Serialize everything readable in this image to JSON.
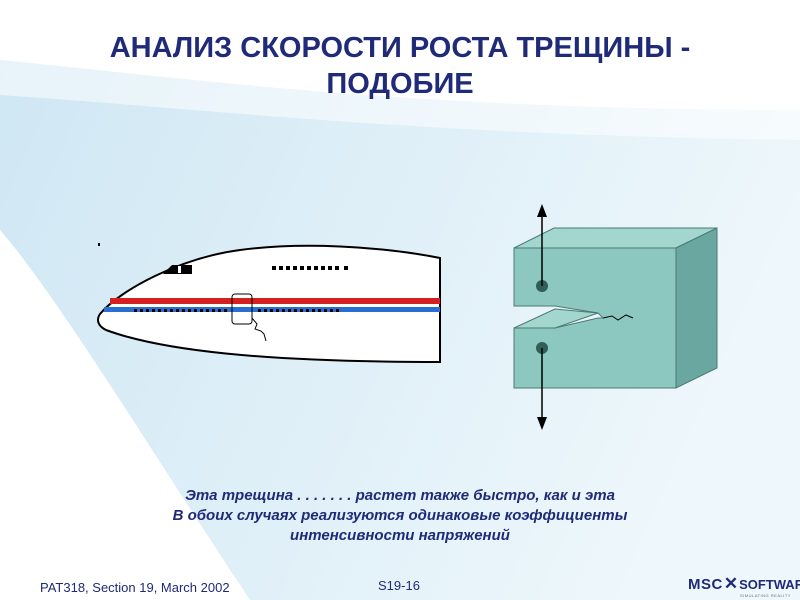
{
  "slide": {
    "title_line1": "АНАЛИЗ СКОРОСТИ РОСТА ТРЕЩИНЫ -",
    "title_line2": "ПОДОБИЕ",
    "caption_line1": "Эта трещина . . . . .  . . растет также быстро, как и эта",
    "caption_line2": "В обоих случаях реализуются одинаковые коэффициенты",
    "caption_line3": "интенсивности напряжений",
    "footer_left": "PAT318, Section 19, March 2002",
    "page_number": "S19-16"
  },
  "logo": {
    "brand_part1": "MSC",
    "separator_glyph": "✕",
    "brand_part2": "SOFTWARE",
    "tagline": "SIMULATING REALITY"
  },
  "colors": {
    "title_text": "#1f2a78",
    "background_swoosh": "#d6ecf6",
    "fuselage_stripe_red": "#d42020",
    "fuselage_stripe_blue": "#2a6fd0",
    "specimen_face": "#8cc8c0",
    "specimen_top": "#a3d6cf",
    "specimen_side": "#6aa7a0"
  }
}
